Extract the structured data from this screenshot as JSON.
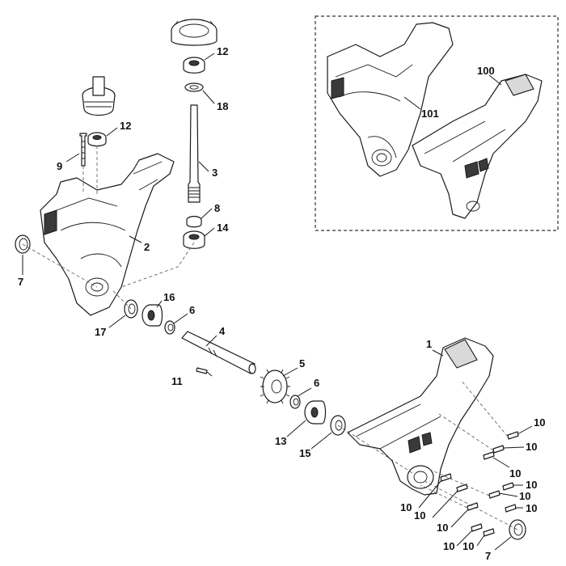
{
  "labels": {
    "p1": "1",
    "p2": "2",
    "p3": "3",
    "p4": "4",
    "p5": "5",
    "p6a": "6",
    "p6b": "6",
    "p7a": "7",
    "p7b": "7",
    "p8": "8",
    "p9": "9",
    "p10a": "10",
    "p10b": "10",
    "p10c": "10",
    "p10d": "10",
    "p10e": "10",
    "p10f": "10",
    "p10g": "10",
    "p10h": "10",
    "p10i": "10",
    "p10j": "10",
    "p10k": "10",
    "p11": "11",
    "p12a": "12",
    "p12b": "12",
    "p13": "13",
    "p14": "14",
    "p15": "15",
    "p16": "16",
    "p17": "17",
    "p18": "18",
    "p100": "100",
    "p101": "101"
  },
  "colors": {
    "line": "#1a1a1a",
    "fill": "#ffffff",
    "shade": "#3a3a3a"
  }
}
